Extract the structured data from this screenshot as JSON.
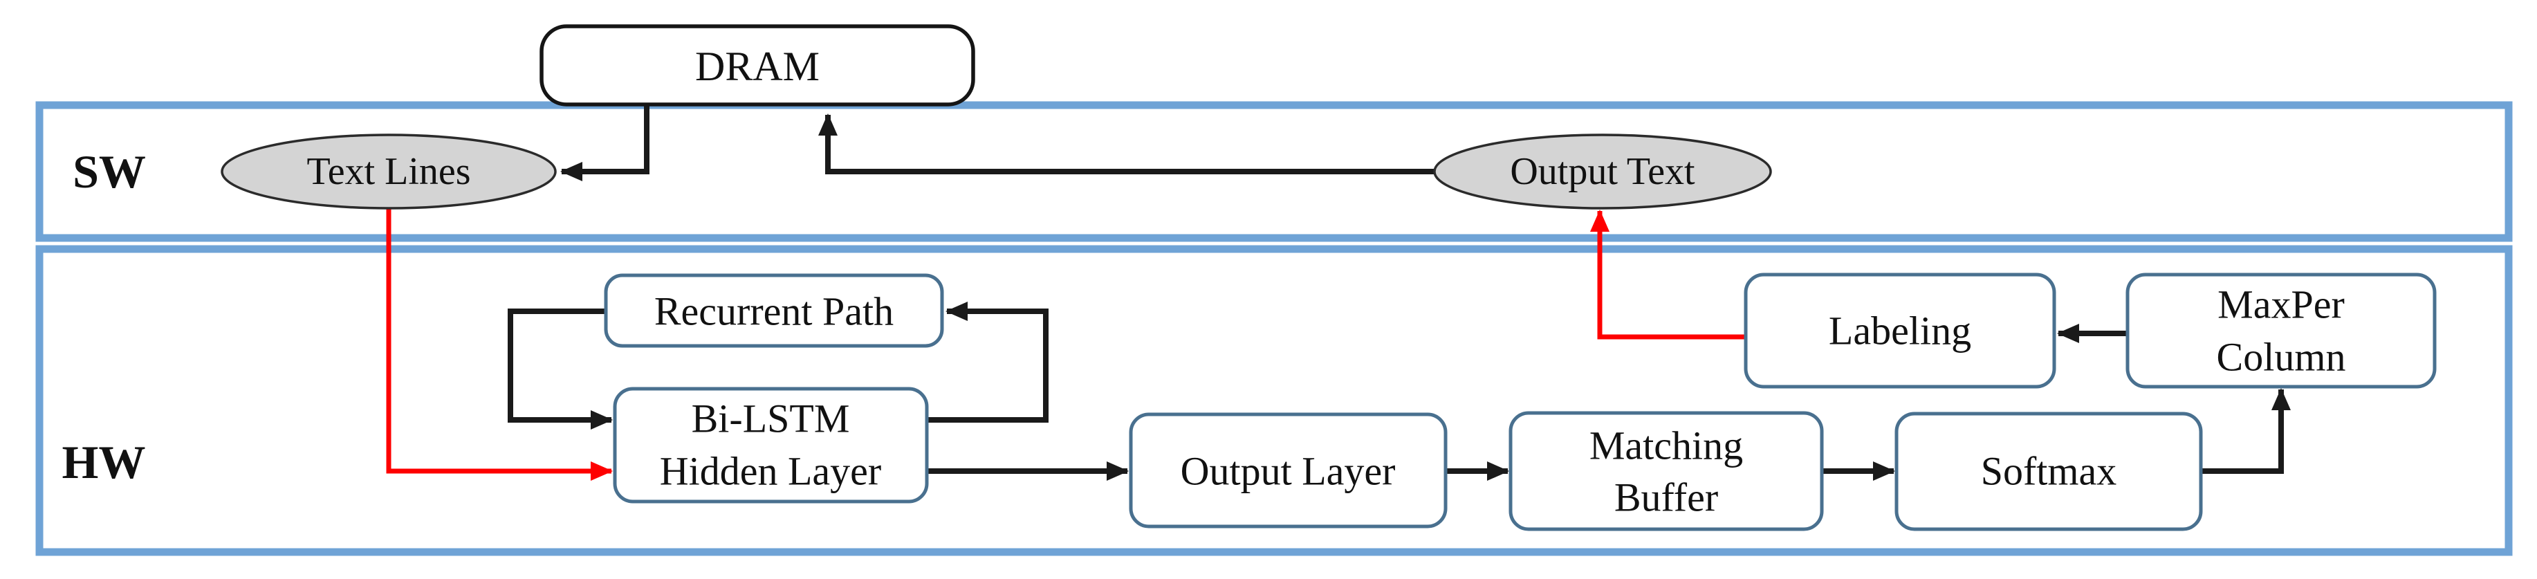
{
  "colors": {
    "region_border": "#6FA3D6",
    "node_border": "#49708F",
    "dram_border": "#151515",
    "ellipse_fill": "#D4D4D4",
    "ellipse_stroke": "#2B2B2B",
    "arrow_black": "#1A1A1A",
    "arrow_red": "#FE0000",
    "text": "#111111"
  },
  "regions": {
    "sw": {
      "label": "SW"
    },
    "hw": {
      "label": "HW"
    }
  },
  "nodes": {
    "dram": {
      "label": "DRAM"
    },
    "text_lines": {
      "label": "Text Lines"
    },
    "output_text": {
      "label": "Output Text"
    },
    "recurrent_path": {
      "label": "Recurrent Path"
    },
    "bi_lstm": {
      "line1": "Bi-LSTM",
      "line2": "Hidden Layer"
    },
    "output_layer": {
      "label": "Output Layer"
    },
    "matching_buffer": {
      "line1": "Matching",
      "line2": "Buffer"
    },
    "softmax": {
      "label": "Softmax"
    },
    "labeling": {
      "label": "Labeling"
    },
    "maxper_column": {
      "line1": "MaxPer",
      "line2": "Column"
    }
  }
}
